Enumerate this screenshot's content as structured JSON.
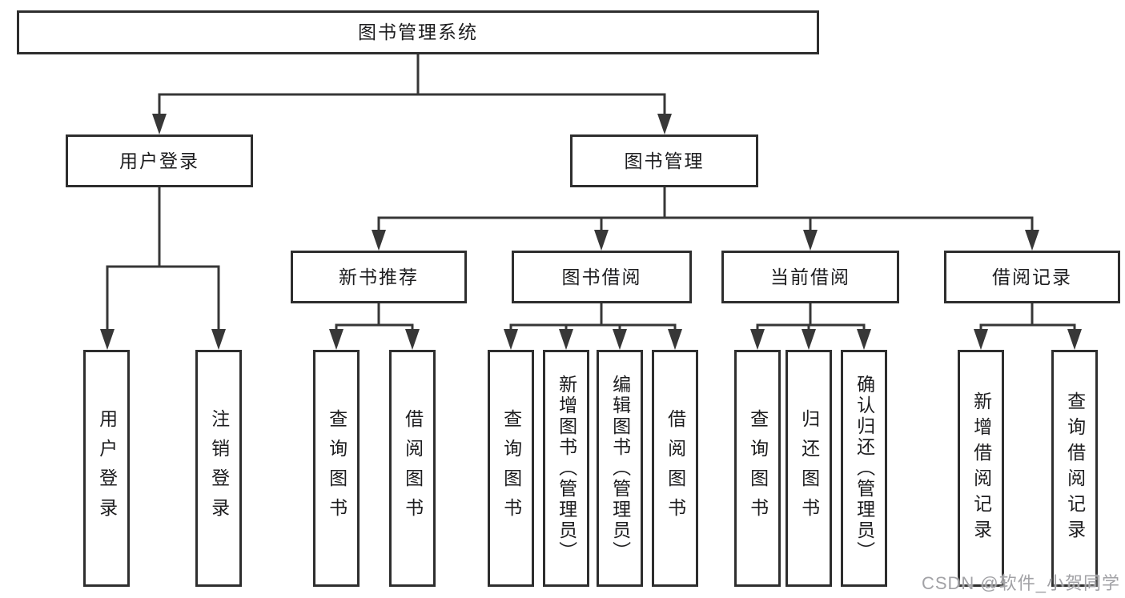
{
  "nodes": {
    "root": {
      "label": "图书管理系统"
    },
    "level2": [
      {
        "label": "用户登录"
      },
      {
        "label": "图书管理"
      }
    ],
    "level3": [
      {
        "label": "新书推荐"
      },
      {
        "label": "图书借阅"
      },
      {
        "label": "当前借阅"
      },
      {
        "label": "借阅记录"
      }
    ],
    "leaves": {
      "user_login": [
        "用户登录",
        "注销登录"
      ],
      "new_book": [
        "查询图书",
        "借阅图书"
      ],
      "book_borrow": [
        "查询图书",
        "新增图书（管理员）",
        "编辑图书（管理员）",
        "借阅图书"
      ],
      "current_borrow": [
        "查询图书",
        "归还图书",
        "确认归还（管理员）"
      ],
      "borrow_record": [
        "新增借阅记录",
        "查询借阅记录"
      ]
    }
  },
  "watermark": "CSDN @软件_小贺同学",
  "colors": {
    "line": "#373737",
    "box_border": "#2e2e2e",
    "text": "#1d1d1f",
    "watermark": "#a2a2a6",
    "background": "#ffffff"
  }
}
